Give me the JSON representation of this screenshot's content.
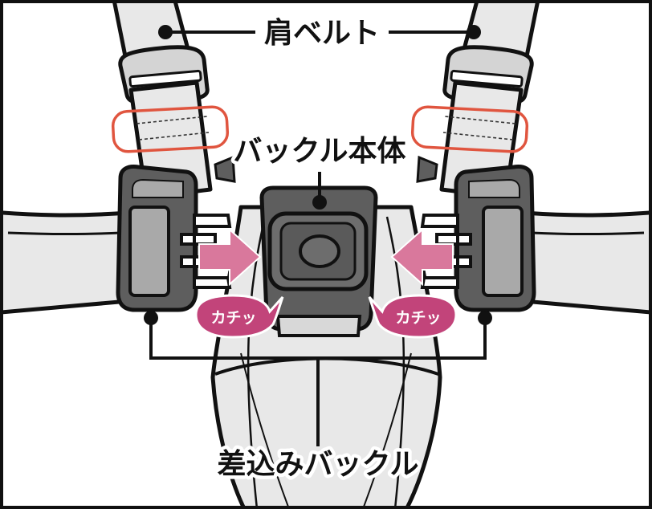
{
  "labels": {
    "shoulder_belt": "肩ベルト",
    "buckle_body": "バックル本体",
    "insert_buckle": "差込みバックル",
    "click_left": "カチッ",
    "click_right": "カチッ"
  },
  "colors": {
    "outline": "#111111",
    "strap_fill": "#e8e8e8",
    "buckle_dark": "#5e5e5e",
    "buckle_light": "#a9a9a9",
    "highlight_ring": "#e0553f",
    "arrow": "#d9789c",
    "badge": "#c2447a"
  }
}
